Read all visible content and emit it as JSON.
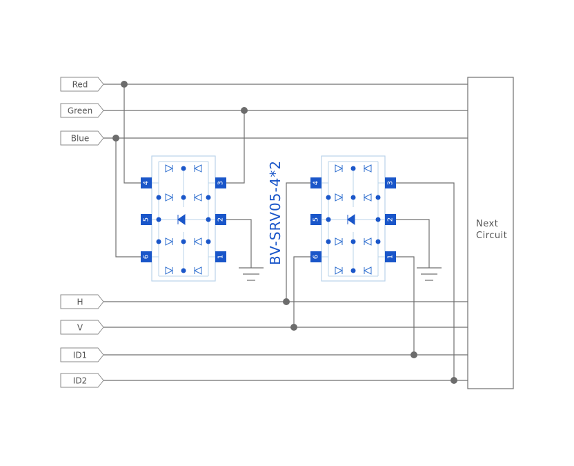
{
  "signals": [
    {
      "label": "Red"
    },
    {
      "label": "Green"
    },
    {
      "label": "Blue"
    },
    {
      "label": "H"
    },
    {
      "label": "V"
    },
    {
      "label": "ID1"
    },
    {
      "label": "ID2"
    }
  ],
  "next_circuit": {
    "line1": "Next",
    "line2": "Circuit"
  },
  "part_label": "BV-SRV05-4*2",
  "chips": [
    {
      "pins_left": [
        "4",
        "5",
        "6"
      ],
      "pins_right": [
        "3",
        "2",
        "1"
      ]
    },
    {
      "pins_left": [
        "4",
        "5",
        "6"
      ],
      "pins_right": [
        "3",
        "2",
        "1"
      ]
    }
  ],
  "colors": {
    "accent": "#1a56c9",
    "wire": "#6f6f6f",
    "chip_outline": "#b9d3ea"
  }
}
